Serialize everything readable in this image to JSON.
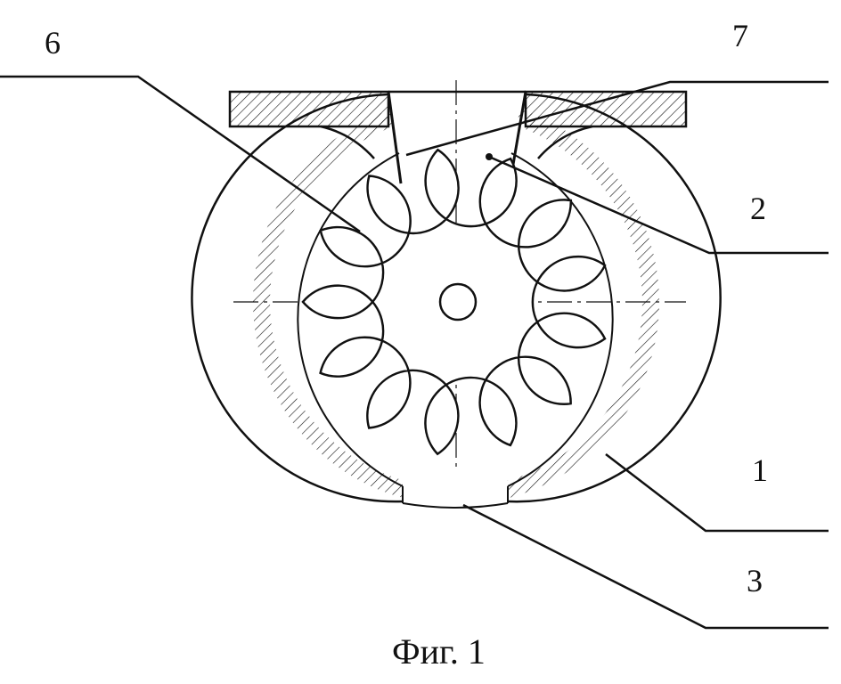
{
  "labels": {
    "part_1": "1",
    "part_2": "2",
    "part_3": "3",
    "part_6": "6",
    "part_7": "7"
  },
  "caption": "Фиг. 1",
  "colors": {
    "stroke": "#111111",
    "background": "#ffffff",
    "hatch": "#111111"
  },
  "rotor": {
    "teeth": 13
  }
}
